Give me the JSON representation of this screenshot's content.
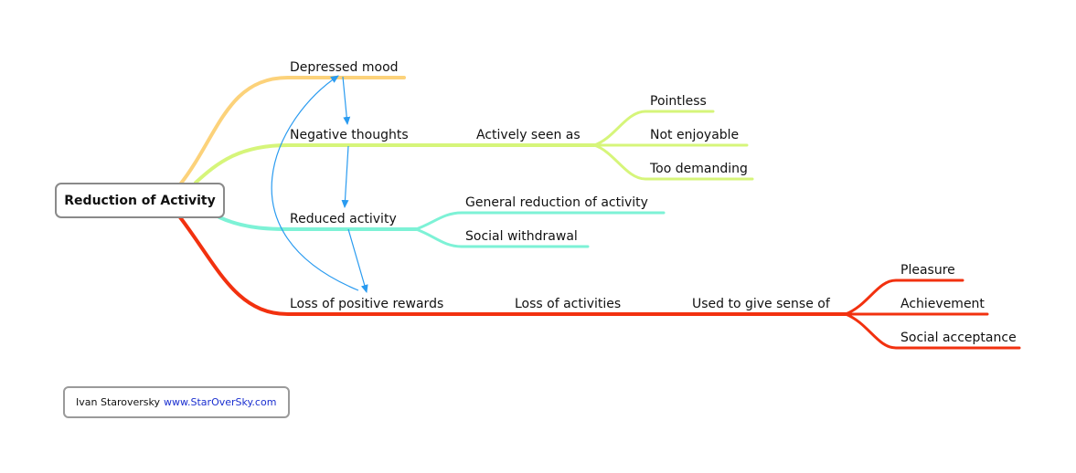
{
  "root": {
    "label": "Reduction of Activity"
  },
  "branches": {
    "depressed_mood": {
      "label": "Depressed mood",
      "color": "#fcd27a"
    },
    "negative_thoughts": {
      "label": "Negative thoughts",
      "color": "#d6f57a",
      "child": {
        "label": "Actively seen as",
        "children": [
          "Pointless",
          "Not enjoyable",
          "Too demanding"
        ]
      }
    },
    "reduced_activity": {
      "label": "Reduced activity",
      "color": "#7df2d6",
      "children": [
        "General reduction of activity",
        "Social withdrawal"
      ]
    },
    "loss_rewards": {
      "label": "Loss of positive rewards",
      "color": "#f2310f",
      "child": {
        "label": "Loss of activities",
        "child": {
          "label": "Used to give sense of",
          "children": [
            "Pleasure",
            "Achievement",
            "Social acceptance"
          ]
        }
      }
    }
  },
  "arrow_color": "#2a9bf0",
  "credit": {
    "author": "Ivan Staroversky",
    "link": "www.StarOverSky.com"
  }
}
